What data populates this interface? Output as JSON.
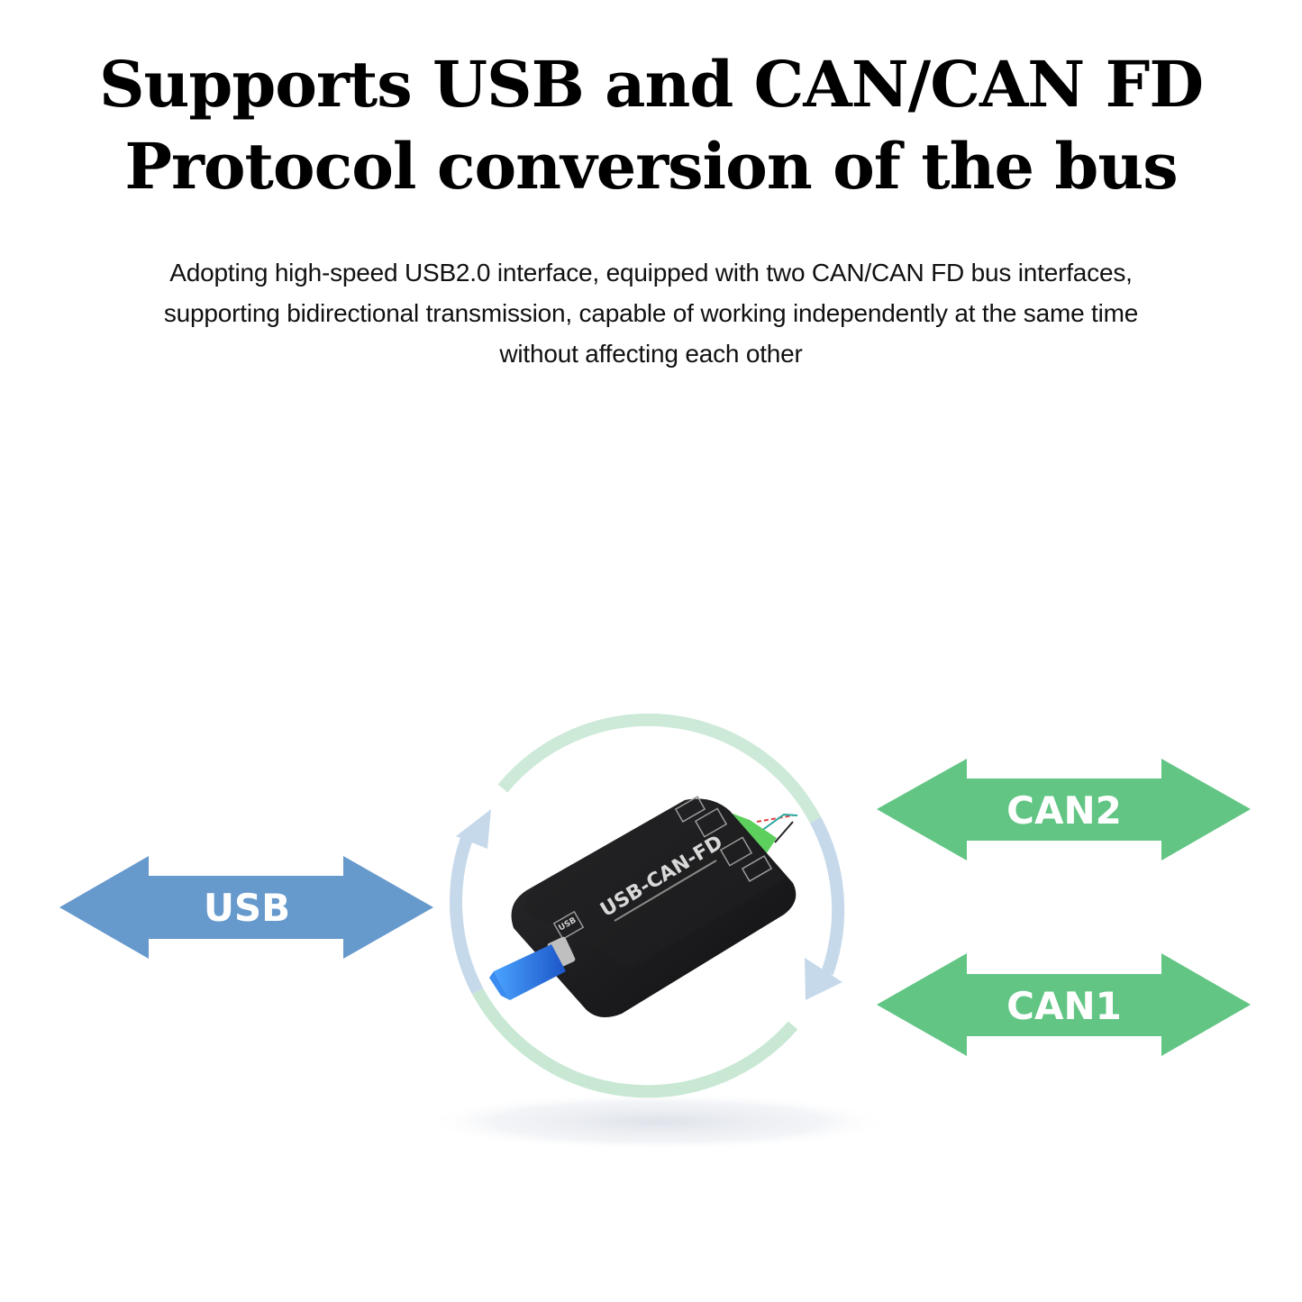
{
  "heading": {
    "lines": [
      "Supports USB and CAN/CAN FD",
      "Protocol conversion of the bus"
    ]
  },
  "description": {
    "lines": [
      "Adopting high-speed USB2.0 interface, equipped with two CAN/CAN FD bus interfaces,",
      "supporting bidirectional transmission, capable of working independently at the same time",
      "without affecting each other"
    ]
  },
  "diagram": {
    "usb_arrow": {
      "label": "USB",
      "color": "#6699cc"
    },
    "can2_arrow": {
      "label": "CAN2",
      "color": "#62c584"
    },
    "can1_arrow": {
      "label": "CAN1",
      "color": "#62c584"
    },
    "cycle_colors": {
      "green": "#c9e8d6",
      "blue": "#c4d8ea"
    },
    "device": {
      "label": "USB-CAN-FD",
      "usb_port_label": "USB",
      "body_color": "#1b1b1d",
      "terminal_color": "#5ccf5c",
      "cable_color": "#2d6fe0"
    }
  }
}
